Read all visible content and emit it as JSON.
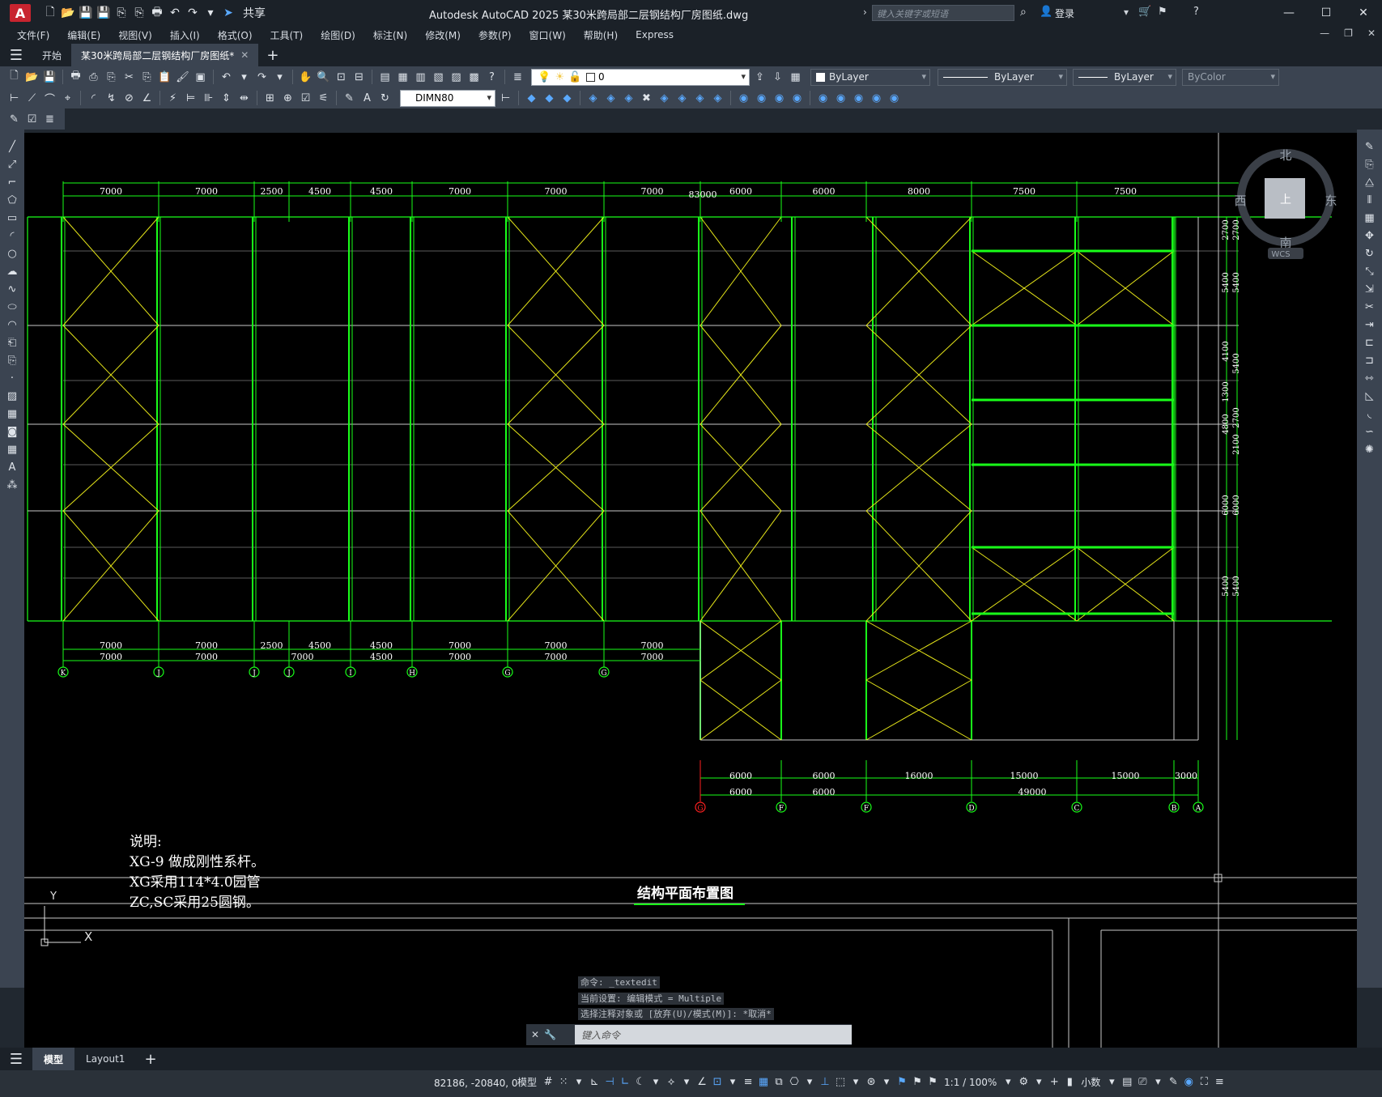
{
  "window": {
    "title": "Autodesk AutoCAD 2025    某30米跨局部二层钢结构厂房图纸.dwg",
    "share_label": "共享",
    "search_placeholder": "键入关键字或短语",
    "login_label": "登录"
  },
  "menu": [
    "文件(F)",
    "编辑(E)",
    "视图(V)",
    "插入(I)",
    "格式(O)",
    "工具(T)",
    "绘图(D)",
    "标注(N)",
    "修改(M)",
    "参数(P)",
    "窗口(W)",
    "帮助(H)",
    "Express"
  ],
  "tabs": [
    {
      "label": "开始"
    },
    {
      "label": "某30米跨局部二层钢结构厂房图纸*",
      "active": true
    }
  ],
  "toolbar": {
    "layer_value": "0",
    "color_value": "ByLayer",
    "linetype_value": "ByLayer",
    "lineweight_value": "ByLayer",
    "plotstyle_value": "ByColor",
    "dimstyle_value": "DIMN80"
  },
  "drawing": {
    "overall_dim": "83000",
    "top_dims": [
      "7000",
      "7000",
      "2500",
      "4500",
      "4500",
      "7000",
      "7000",
      "7000",
      "6000",
      "6000",
      "8000",
      "7500",
      "7500"
    ],
    "bottom_dims_row1": [
      "7000",
      "7000",
      "2500",
      "4500",
      "4500",
      "7000",
      "7000",
      "7000"
    ],
    "bottom_dims_row2": [
      "7000",
      "7000",
      "7000",
      "4500",
      "7000",
      "7000",
      "7000"
    ],
    "axis_top_row": [
      "K",
      "J",
      "J",
      "J",
      "I",
      "H",
      "G",
      "G"
    ],
    "axis_bottom_row": [
      "G",
      "F",
      "F",
      "D",
      "C",
      "B",
      "A"
    ],
    "right_dims": [
      "2700",
      "2700",
      "5400",
      "5400",
      "4100",
      "5400",
      "1300",
      "2700",
      "4800",
      "2100",
      "6000",
      "6000",
      "5400",
      "5400"
    ],
    "bottom_right_dims_row1": [
      "6000",
      "6000",
      "16000",
      "15000",
      "15000",
      "3000"
    ],
    "bottom_right_dims_row2": [
      "6000",
      "6000",
      "49000"
    ],
    "notes": [
      "说明:",
      "XG-9 做成刚性系杆。",
      "XG采用114*4.0园管",
      "ZC,SC采用25圆钢。"
    ],
    "drawing_title": "结构平面布置图",
    "compass": {
      "north": "北",
      "south": "南",
      "east": "东",
      "west": "西",
      "center": "上",
      "wcs": "WCS"
    },
    "ucs_x": "X",
    "ucs_y": "Y"
  },
  "command": {
    "history": [
      "命令: _textedit",
      "当前设置: 编辑模式 = Multiple",
      "选择注释对象或 [放弃(U)/模式(M)]: *取消*"
    ],
    "placeholder": "键入命令"
  },
  "layout_tabs": [
    {
      "label": "模型",
      "active": true
    },
    {
      "label": "Layout1"
    }
  ],
  "status": {
    "coords": "82186, -20840, 0",
    "model_label": "模型",
    "scale": "1:1 / 100%",
    "units": "小数"
  },
  "colors": {
    "grid_green": "#19ff19",
    "brace_yellow": "#e6e619",
    "line_white": "#c8c8c8",
    "background": "#000000",
    "axis_red": "#ff2020"
  }
}
